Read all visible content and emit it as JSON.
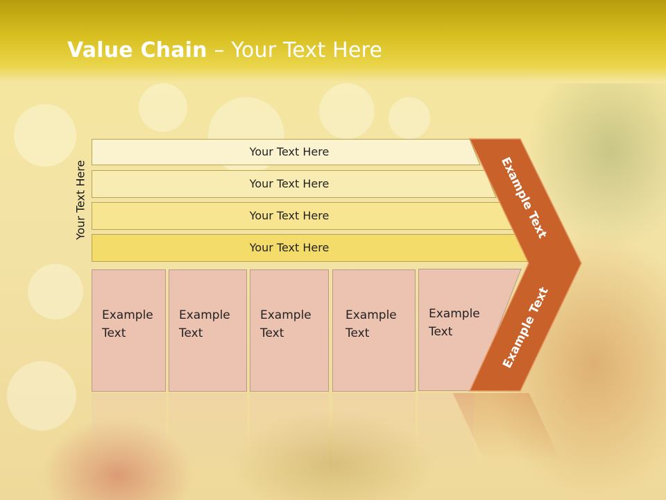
{
  "slide": {
    "title_bold": "Value Chain",
    "title_rest": " – Your Text Here",
    "side_label": "Your Text Here",
    "bars": [
      {
        "label": "Your Text Here",
        "fill": "#fbf3cf"
      },
      {
        "label": "Your Text Here",
        "fill": "#f9ecb3"
      },
      {
        "label": "Your Text Here",
        "fill": "#f8e592"
      },
      {
        "label": "Your Text Here",
        "fill": "#f4dc6a"
      }
    ],
    "boxes": [
      {
        "line1": "Example",
        "line2": "Text"
      },
      {
        "line1": "Example",
        "line2": "Text"
      },
      {
        "line1": "Example",
        "line2": "Text"
      },
      {
        "line1": "Example",
        "line2": "Text"
      },
      {
        "line1": "Example",
        "line2": "Text"
      }
    ],
    "chevron_top": "Example Text",
    "chevron_bottom": "Example Text",
    "colors": {
      "chevron": "#c8622a",
      "box": "#ecc3b0",
      "header": "#d8c021"
    }
  }
}
